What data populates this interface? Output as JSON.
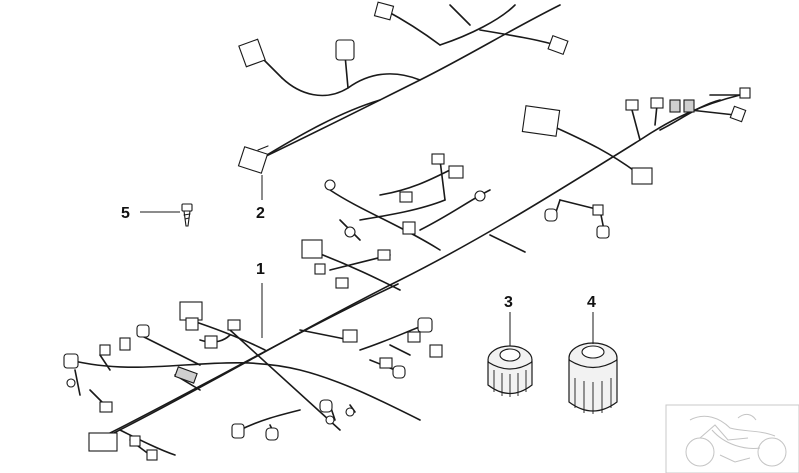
{
  "labels": {
    "part_1": "1",
    "part_2": "2",
    "part_3": "3",
    "part_4": "4",
    "part_5": "5"
  },
  "colors": {
    "line": "#1a1a1a",
    "thumbnail": "#c4c4c4",
    "background": "#ffffff"
  },
  "icons": {
    "thumbnail": "motorcycle-thumbnail-icon",
    "bolt": "bolt-icon",
    "cap": "cap-icon"
  }
}
